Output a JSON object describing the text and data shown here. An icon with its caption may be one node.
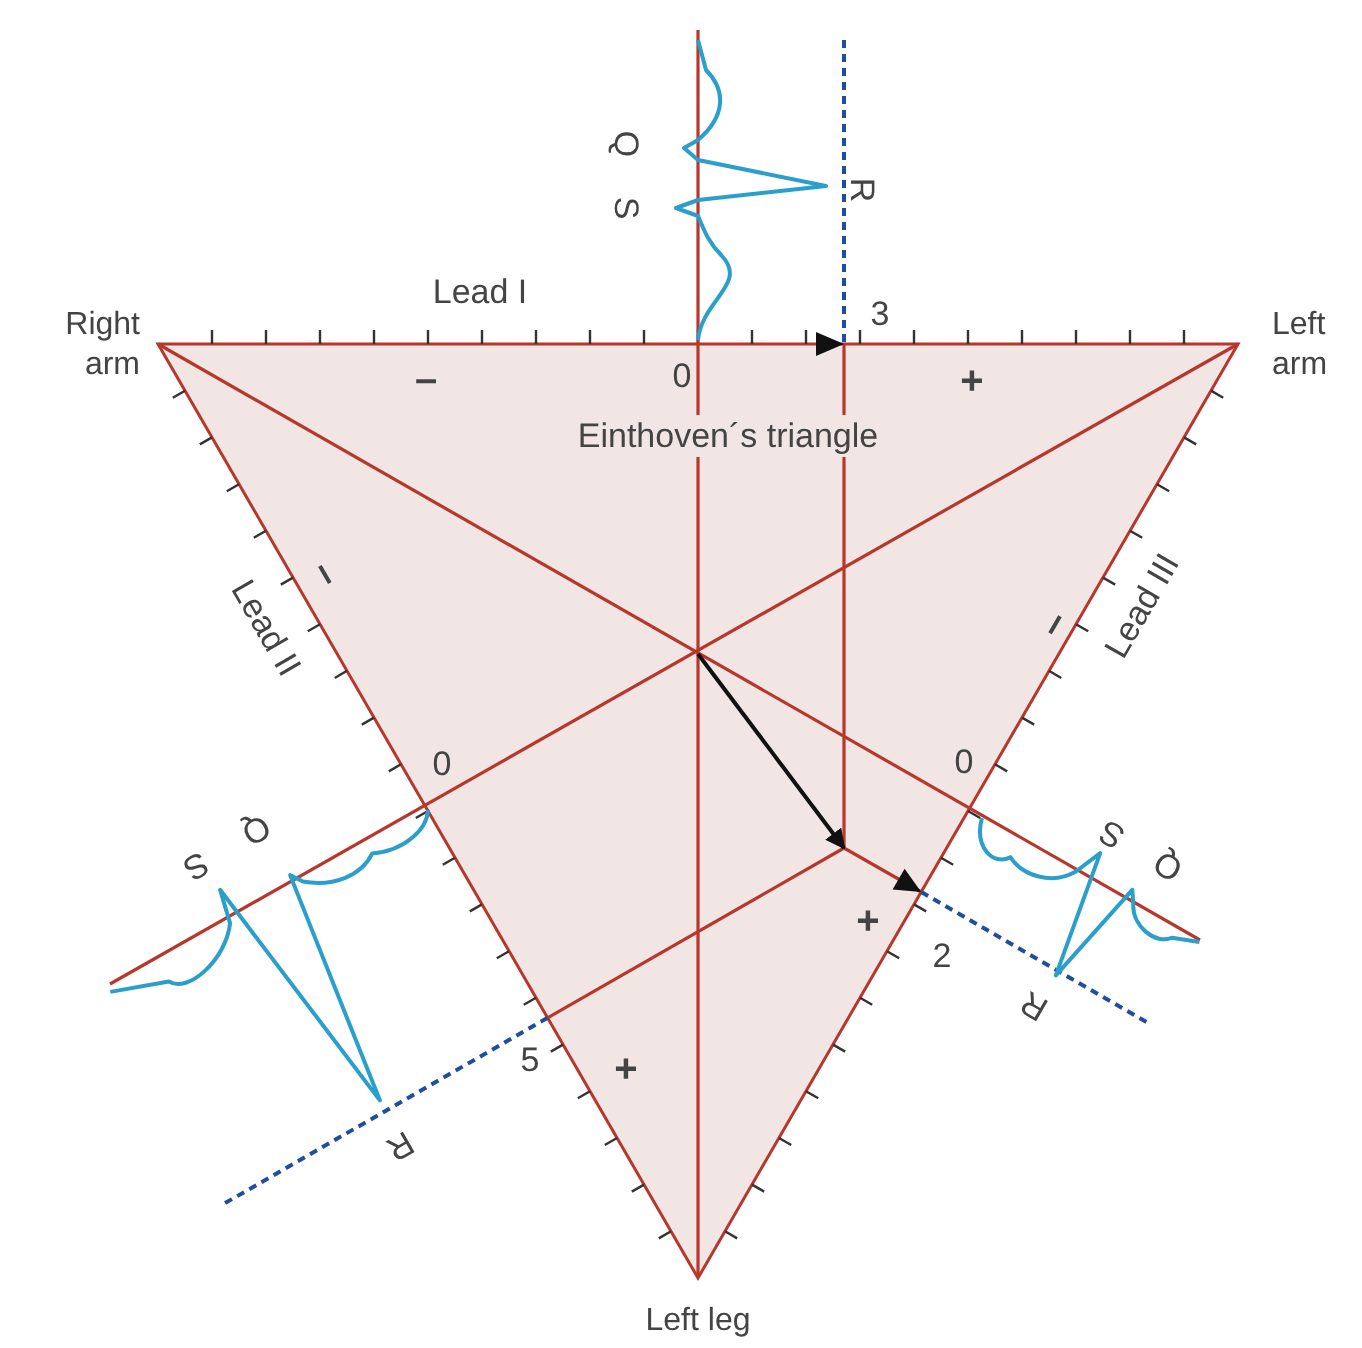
{
  "diagram": {
    "labels": [
      "Q",
      "R",
      "S",
      "Lead I",
      "3",
      "Right arm",
      "Left arm",
      "–",
      "0",
      "+",
      "Einthoven´s triangle",
      "–",
      "–",
      "Lead II",
      "Lead III",
      "0",
      "0",
      "Q",
      "S",
      "S",
      "Q",
      "+",
      "2",
      "R",
      "5",
      "+",
      "R",
      "Left leg"
    ]
  }
}
